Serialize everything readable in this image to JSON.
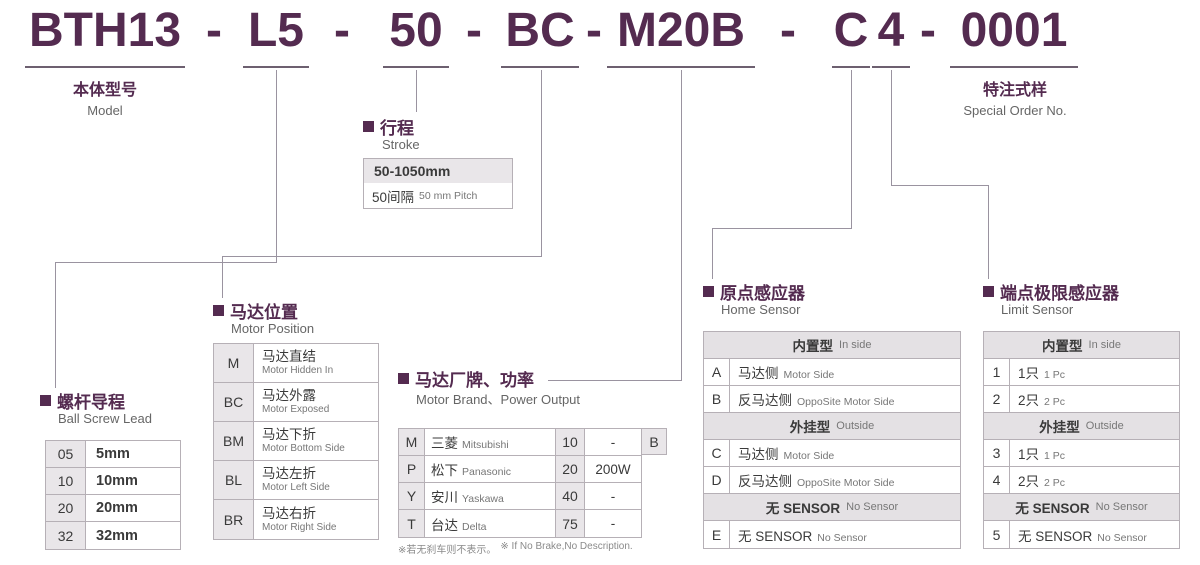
{
  "colors": {
    "accent": "#542b50",
    "line": "#9a93a0",
    "border": "#b6b0b6",
    "gray_bg": "#e9e6e9",
    "text": "#3a3a3a"
  },
  "model_code": {
    "separator": "-",
    "segments": [
      "BTH13",
      "L5",
      "50",
      "BC",
      "M20B",
      "C",
      "4",
      "0001"
    ]
  },
  "labels": {
    "model": {
      "cn": "本体型号",
      "en": "Model"
    },
    "special_order": {
      "cn": "特注式样",
      "en": "Special Order No."
    }
  },
  "stroke": {
    "cn": "行程",
    "en": "Stroke",
    "range": "50-1050mm",
    "pitch_cn": "50间隔",
    "pitch_en": "50 mm Pitch"
  },
  "ball_screw_lead": {
    "cn": "螺杆导程",
    "en": "Ball Screw Lead",
    "rows": [
      {
        "code": "05",
        "value": "5mm"
      },
      {
        "code": "10",
        "value": "10mm"
      },
      {
        "code": "20",
        "value": "20mm"
      },
      {
        "code": "32",
        "value": "32mm"
      }
    ]
  },
  "motor_position": {
    "cn": "马达位置",
    "en": "Motor Position",
    "rows": [
      {
        "code": "M",
        "cn": "马达直结",
        "en": "Motor Hidden In"
      },
      {
        "code": "BC",
        "cn": "马达外露",
        "en": "Motor Exposed"
      },
      {
        "code": "BM",
        "cn": "马达下折",
        "en": "Motor Bottom Side"
      },
      {
        "code": "BL",
        "cn": "马达左折",
        "en": "Motor Left Side"
      },
      {
        "code": "BR",
        "cn": "马达右折",
        "en": "Motor Right Side"
      }
    ]
  },
  "motor_brand": {
    "cn": "马达厂牌、功率",
    "en": "Motor Brand、Power Output",
    "rows": [
      {
        "code": "M",
        "brand_cn": "三菱",
        "brand_en": "Mitsubishi",
        "power_code": "10",
        "power": "-"
      },
      {
        "code": "P",
        "brand_cn": "松下",
        "brand_en": "Panasonic",
        "power_code": "20",
        "power": "200W"
      },
      {
        "code": "Y",
        "brand_cn": "安川",
        "brand_en": "Yaskawa",
        "power_code": "40",
        "power": "-"
      },
      {
        "code": "T",
        "brand_cn": "台达",
        "brand_en": "Delta",
        "power_code": "75",
        "power": "-"
      }
    ],
    "brake_code": "B",
    "note_cn": "※若无刹车则不表示。",
    "note_en": "※ If No Brake,No Description."
  },
  "home_sensor": {
    "cn": "原点感应器",
    "en": "Home Sensor",
    "rows": [
      {
        "type": "header",
        "cn": "内置型",
        "en": "In side"
      },
      {
        "type": "item",
        "code": "A",
        "cn": "马达侧",
        "en": "Motor Side"
      },
      {
        "type": "item",
        "code": "B",
        "cn": "反马达侧",
        "en": "OppoSite Motor Side"
      },
      {
        "type": "header",
        "cn": "外挂型",
        "en": "Outside"
      },
      {
        "type": "item",
        "code": "C",
        "cn": "马达侧",
        "en": "Motor Side"
      },
      {
        "type": "item",
        "code": "D",
        "cn": "反马达侧",
        "en": "OppoSite Motor Side"
      },
      {
        "type": "header",
        "cn": "无 SENSOR",
        "en": "No Sensor"
      },
      {
        "type": "item",
        "code": "E",
        "cn": "无 SENSOR",
        "en": "No Sensor"
      }
    ]
  },
  "limit_sensor": {
    "cn": "端点极限感应器",
    "en": "Limit Sensor",
    "rows": [
      {
        "type": "header",
        "cn": "内置型",
        "en": "In side"
      },
      {
        "type": "item",
        "code": "1",
        "cn": "1只",
        "en": "1 Pc"
      },
      {
        "type": "item",
        "code": "2",
        "cn": "2只",
        "en": "2 Pc"
      },
      {
        "type": "header",
        "cn": "外挂型",
        "en": "Outside"
      },
      {
        "type": "item",
        "code": "3",
        "cn": "1只",
        "en": "1 Pc"
      },
      {
        "type": "item",
        "code": "4",
        "cn": "2只",
        "en": "2 Pc"
      },
      {
        "type": "header",
        "cn": "无 SENSOR",
        "en": "No Sensor"
      },
      {
        "type": "item",
        "code": "5",
        "cn": "无 SENSOR",
        "en": "No Sensor"
      }
    ]
  }
}
